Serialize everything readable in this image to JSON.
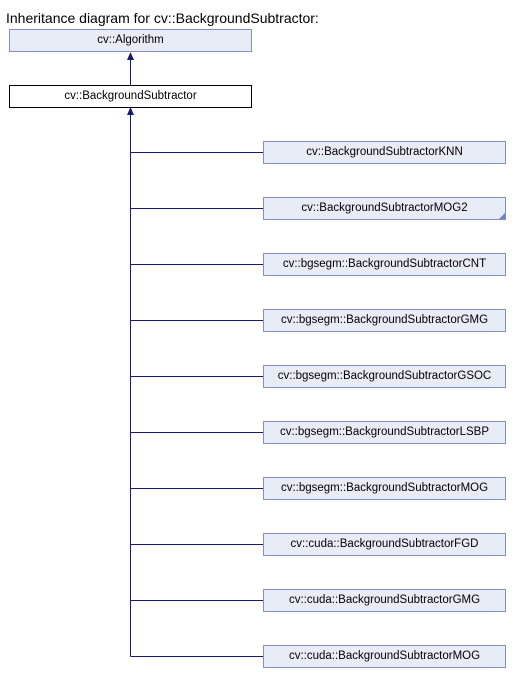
{
  "heading": "Inheritance diagram for cv::BackgroundSubtractor:",
  "colors": {
    "edge": "#191970",
    "node_fill": "#e8ecf6",
    "node_border": "#868ebd",
    "current_border": "#000000"
  },
  "diagram": {
    "base": {
      "label": "cv::Algorithm"
    },
    "current": {
      "label": "cv::BackgroundSubtractor"
    },
    "derived": [
      {
        "label": "cv::BackgroundSubtractorKNN"
      },
      {
        "label": "cv::BackgroundSubtractorMOG2",
        "has_more_icon": "expand-corner-icon"
      },
      {
        "label": "cv::bgsegm::BackgroundSubtractorCNT"
      },
      {
        "label": "cv::bgsegm::BackgroundSubtractorGMG"
      },
      {
        "label": "cv::bgsegm::BackgroundSubtractorGSOC"
      },
      {
        "label": "cv::bgsegm::BackgroundSubtractorLSBP"
      },
      {
        "label": "cv::bgsegm::BackgroundSubtractorMOG"
      },
      {
        "label": "cv::cuda::BackgroundSubtractorFGD"
      },
      {
        "label": "cv::cuda::BackgroundSubtractorGMG"
      },
      {
        "label": "cv::cuda::BackgroundSubtractorMOG"
      }
    ]
  }
}
